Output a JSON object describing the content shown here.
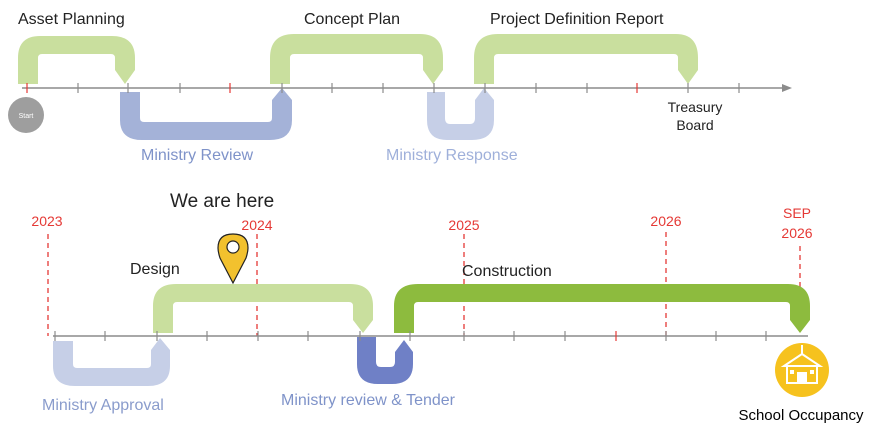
{
  "colors": {
    "phase_green_light": "#c9df9e",
    "phase_green_dark": "#8dbb3e",
    "ministry_blue": "#a4b2d8",
    "ministry_blue_light": "#c6cfe7",
    "ministry_blue_dark": "#6f80c6",
    "timeline": "#8c8c8c",
    "year_marker": "#e53935",
    "start_dot": "#9e9e9e",
    "occupancy_badge": "#f6c21e",
    "pin": "#f2c12e"
  },
  "row1": {
    "phases": [
      {
        "label": "Asset Planning",
        "kind": "planning"
      },
      {
        "label": "Concept Plan",
        "kind": "planning"
      },
      {
        "label": "Project Definition Report",
        "kind": "planning"
      }
    ],
    "ministry_steps": [
      {
        "label": "Ministry Review"
      },
      {
        "label": "Ministry Response"
      }
    ],
    "start_label": "Start",
    "milestone_line1": "Treasury",
    "milestone_line2": "Board"
  },
  "row2": {
    "phases": [
      {
        "label": "Design",
        "kind": "planning"
      },
      {
        "label": "Construction",
        "kind": "construction"
      }
    ],
    "ministry_steps": [
      {
        "label": "Ministry Approval"
      },
      {
        "label": "Ministry review & Tender"
      }
    ],
    "years": [
      "2023",
      "2024",
      "2025",
      "2026"
    ],
    "final_marker_line1": "SEP",
    "final_marker_line2": "2026",
    "current_position_label": "We are here",
    "end_label": "School Occupancy"
  },
  "icons": {
    "start": "start-circle-icon",
    "current": "location-pin-icon",
    "end": "school-icon"
  }
}
